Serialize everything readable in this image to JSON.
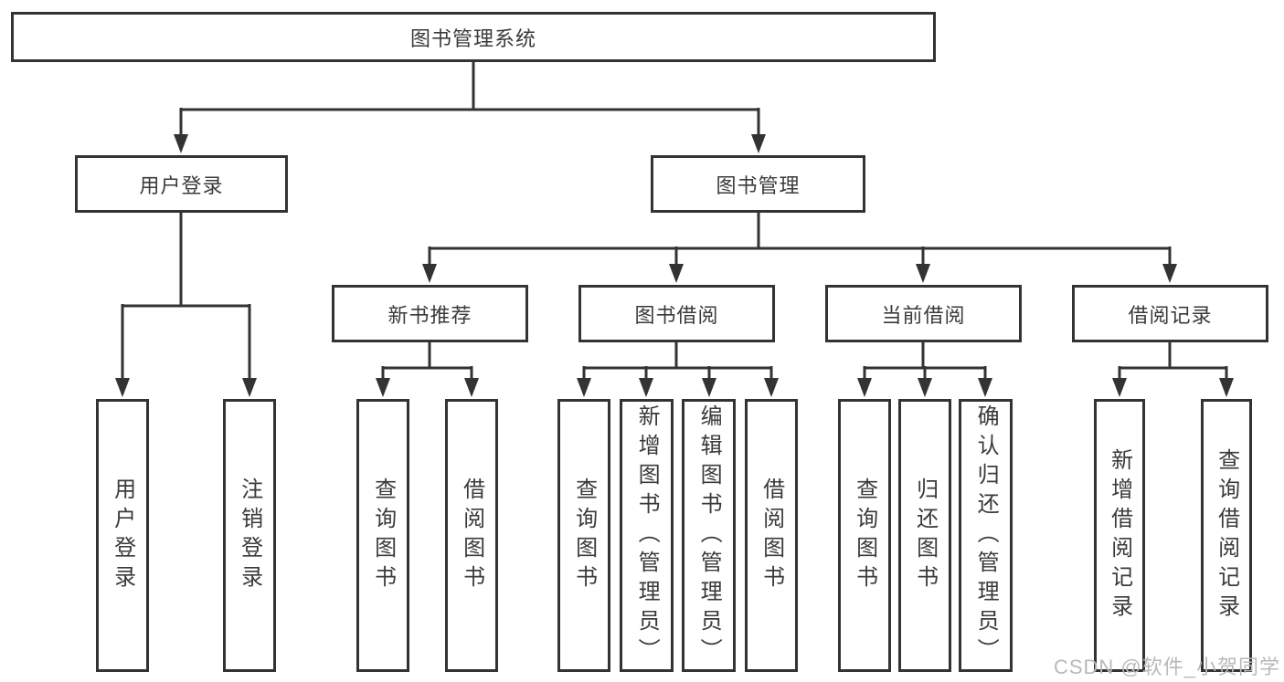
{
  "nodes": {
    "root": "图书管理系统",
    "user_login": "用户登录",
    "book_mgmt": "图书管理",
    "new_book_rec": "新书推荐",
    "book_borrow": "图书借阅",
    "current_borrow": "当前借阅",
    "borrow_records": "借阅记录",
    "leaf_user_login": "用户登录",
    "leaf_logout": "注销登录",
    "leaf_rec_query": "查询图书",
    "leaf_rec_borrow": "借阅图书",
    "leaf_bor_query": "查询图书",
    "leaf_bor_add": "新增图书（管理员）",
    "leaf_bor_edit": "编辑图书（管理员）",
    "leaf_bor_borrow": "借阅图书",
    "leaf_cur_query": "查询图书",
    "leaf_cur_return": "归还图书",
    "leaf_cur_confirm": "确认归还（管理员）",
    "leaf_rcd_add": "新增借阅记录",
    "leaf_rcd_query": "查询借阅记录"
  },
  "watermark": "CSDN @软件_小贺同学",
  "colors": {
    "line": "#333333",
    "text": "#3a3a3a",
    "watermark": "#b9b9b9",
    "background": "#ffffff"
  }
}
